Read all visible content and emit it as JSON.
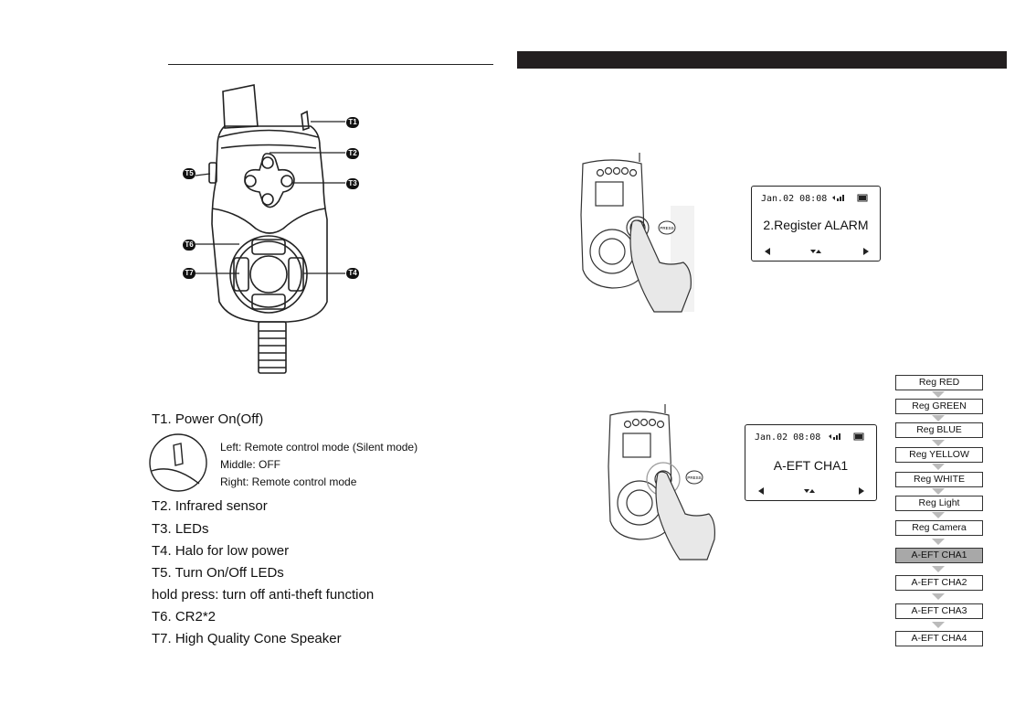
{
  "specs": [
    {
      "label": "T1.  Power On(Off)"
    },
    {
      "label": "T2.  Infrared sensor"
    },
    {
      "label": "T3.  LEDs"
    },
    {
      "label": "T4.  Halo for low power"
    },
    {
      "label": "T5.  Turn On/Off LEDs"
    },
    {
      "label": "hold press: turn  off  anti-theft function"
    },
    {
      "label": "T6.  CR2*2"
    },
    {
      "label": "T7.  High Quality Cone Speaker"
    }
  ],
  "switch_modes": {
    "left": "Left:   Remote control mode  (Silent mode)",
    "middle": "Middle:  OFF",
    "right": "Right:   Remote control mode"
  },
  "callouts": [
    "T1",
    "T2",
    "T3",
    "T4",
    "T5",
    "T6",
    "T7"
  ],
  "screen1": {
    "datetime": "Jan.02 08:08",
    "message": "2.Register ALARM"
  },
  "screen2": {
    "datetime": "Jan.02 08:08",
    "message": "A-EFT CHA1"
  },
  "button_label": "PRESS",
  "flow": [
    {
      "label": "Reg RED",
      "selected": false
    },
    {
      "label": "Reg GREEN",
      "selected": false
    },
    {
      "label": "Reg BLUE",
      "selected": false
    },
    {
      "label": "Reg YELLOW",
      "selected": false
    },
    {
      "label": "Reg WHITE",
      "selected": false
    },
    {
      "label": "Reg Light",
      "selected": false
    },
    {
      "label": "Reg Camera",
      "selected": false
    },
    {
      "label": "A-EFT CHA1",
      "selected": true
    },
    {
      "label": "A-EFT CHA2",
      "selected": false
    },
    {
      "label": "A-EFT CHA3",
      "selected": false
    },
    {
      "label": "A-EFT CHA4",
      "selected": false
    }
  ]
}
